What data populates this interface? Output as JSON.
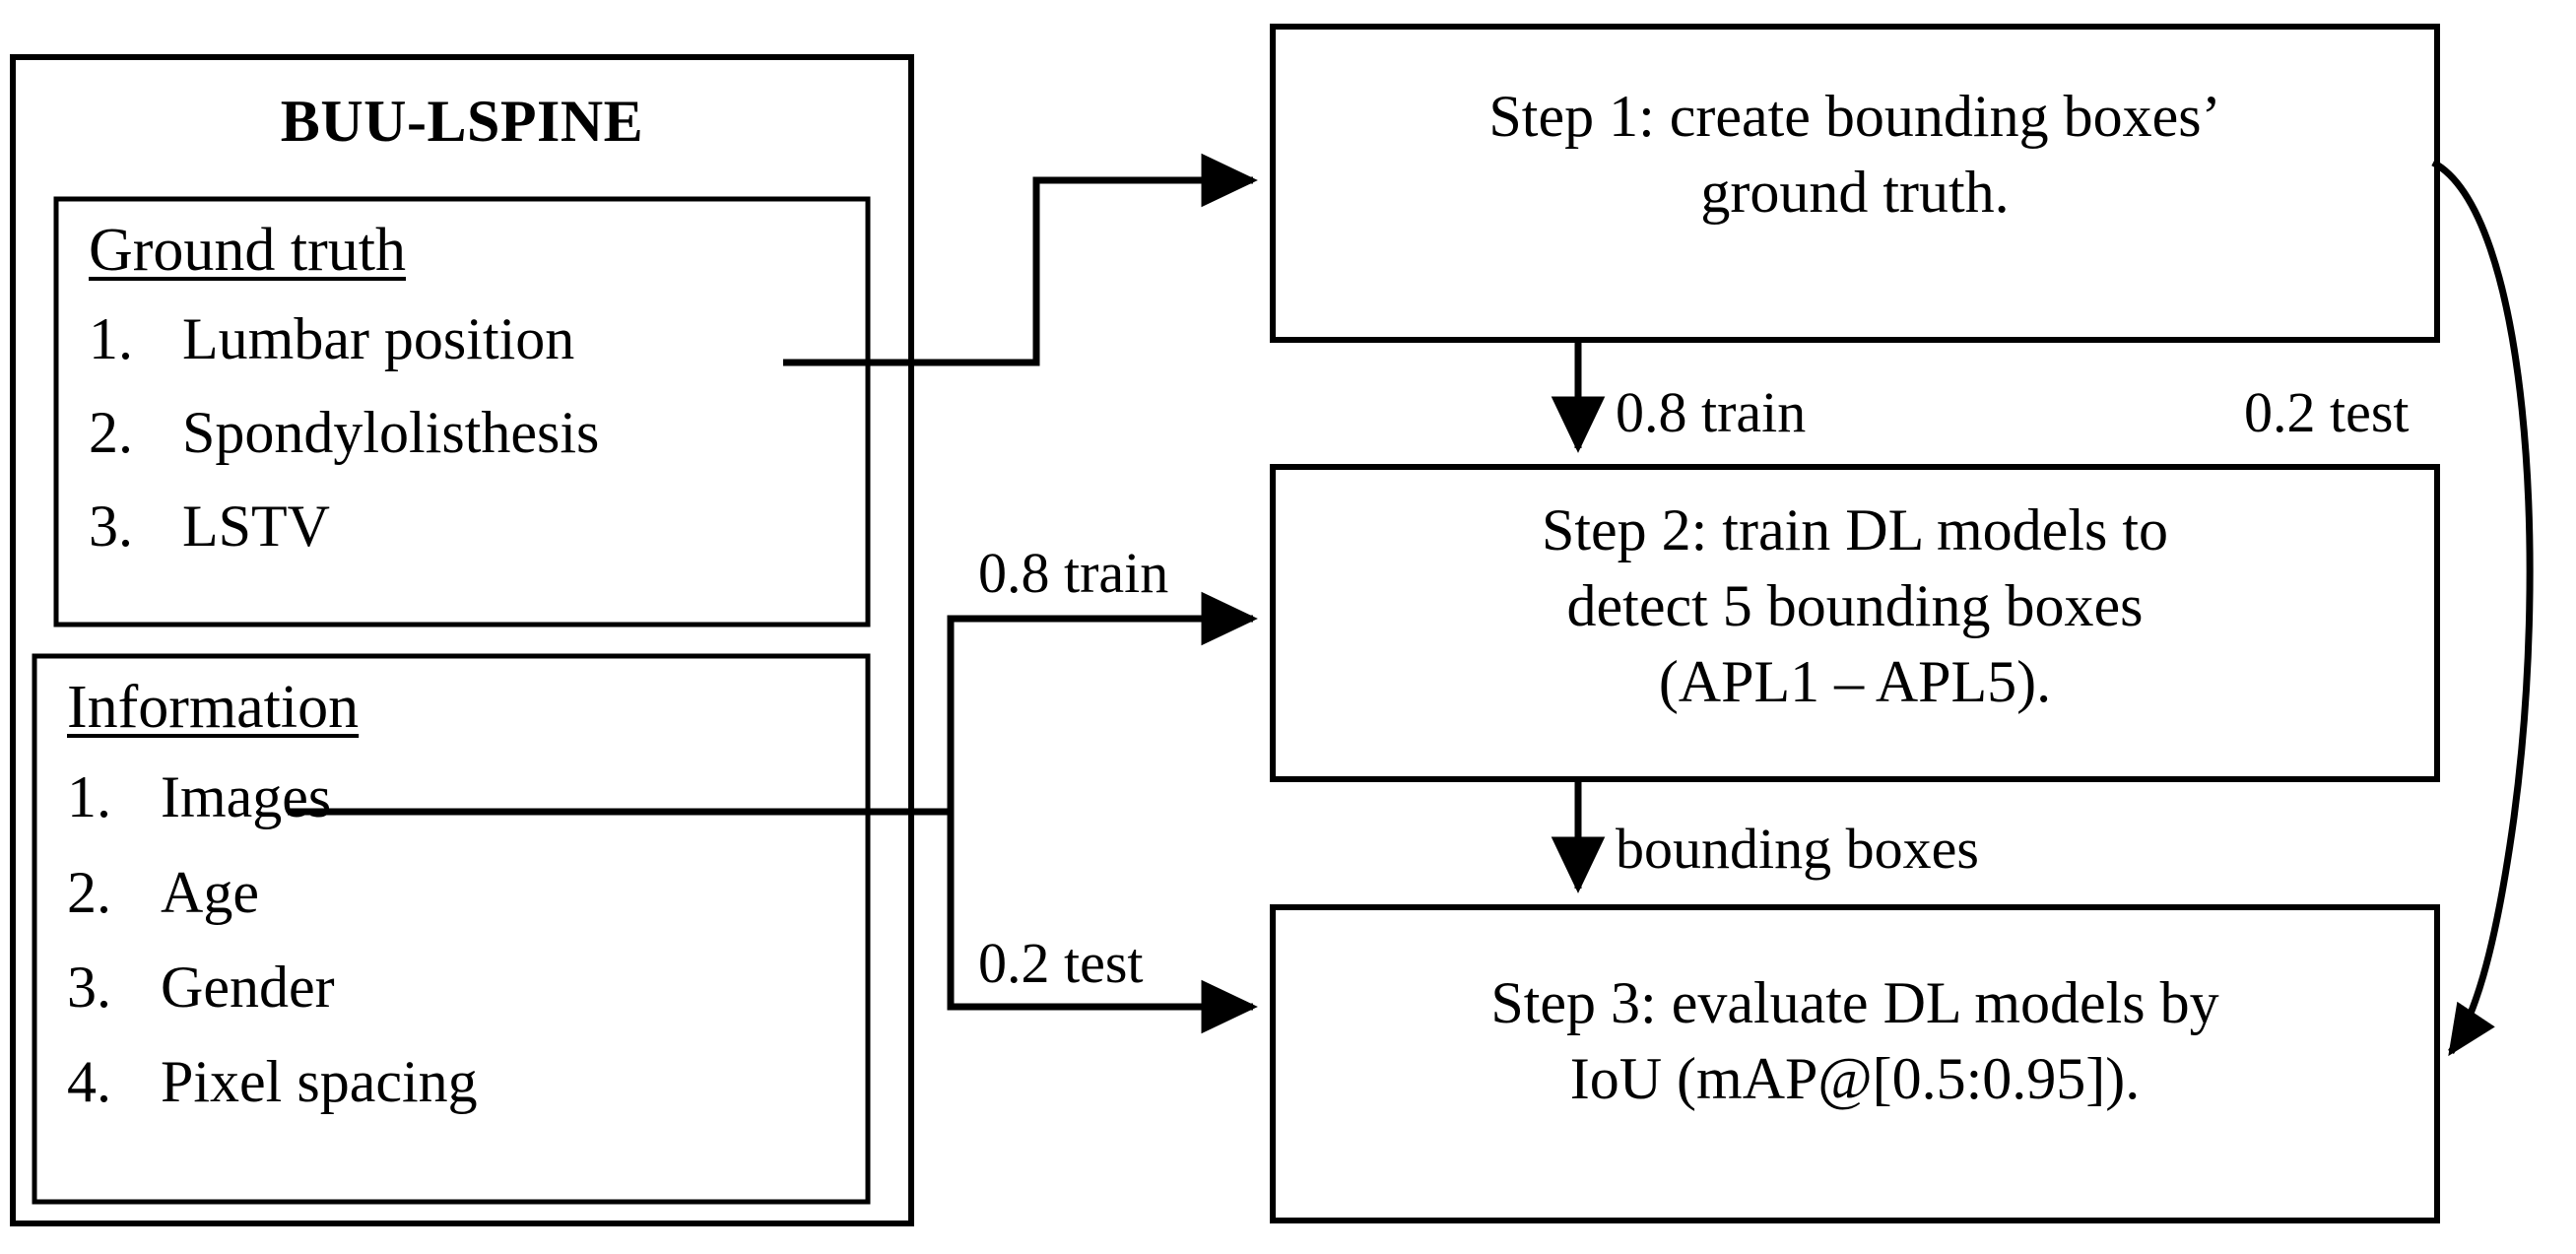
{
  "diagram": {
    "title": "BUU-LSPINE dataset to deep-learning pipeline flowchart",
    "dataset_panel": {
      "title": "BUU-LSPINE",
      "groups": [
        {
          "heading": "Ground truth",
          "items": [
            {
              "num": "1.",
              "label": "Lumbar position"
            },
            {
              "num": "2.",
              "label": "Spondylolisthesis"
            },
            {
              "num": "3.",
              "label": "LSTV"
            }
          ]
        },
        {
          "heading": "Information",
          "items": [
            {
              "num": "1.",
              "label": "Images"
            },
            {
              "num": "2.",
              "label": "Age"
            },
            {
              "num": "3.",
              "label": "Gender"
            },
            {
              "num": "4.",
              "label": "Pixel spacing"
            }
          ]
        }
      ]
    },
    "steps": [
      {
        "id": "step1",
        "line1": "Step 1: create bounding boxes’",
        "line2": "ground truth."
      },
      {
        "id": "step2",
        "line1": "Step 2: train DL models to",
        "line2": "detect 5 bounding boxes",
        "line3": "(APL1 – APL5)."
      },
      {
        "id": "step3",
        "line1": "Step 3: evaluate DL models by",
        "line2": "IoU (mAP@[0.5:0.95])."
      }
    ],
    "edge_labels": {
      "step1_to_step2": "0.8 train",
      "step1_to_step3": "0.2 test",
      "info_to_step2": "0.8 train",
      "info_to_step3": "0.2 test",
      "step2_to_step3": "bounding boxes"
    },
    "colors": {
      "stroke": "#000000",
      "background": "#ffffff",
      "text": "#000000"
    }
  }
}
